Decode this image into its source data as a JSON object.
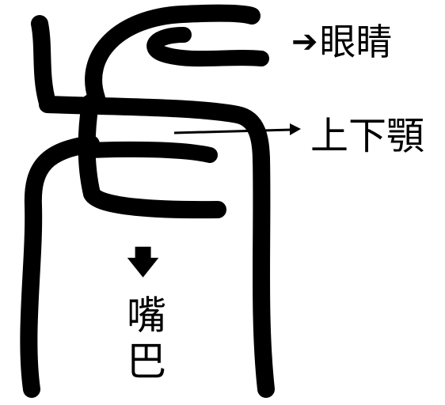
{
  "labels": {
    "eye": "眼睛",
    "eye_arrow": "➔",
    "jaw": "上下顎",
    "mouth": "嘴巴",
    "mouth_arrow": "🡇"
  },
  "colors": {
    "stroke": "#000000",
    "background": "#ffffff"
  }
}
